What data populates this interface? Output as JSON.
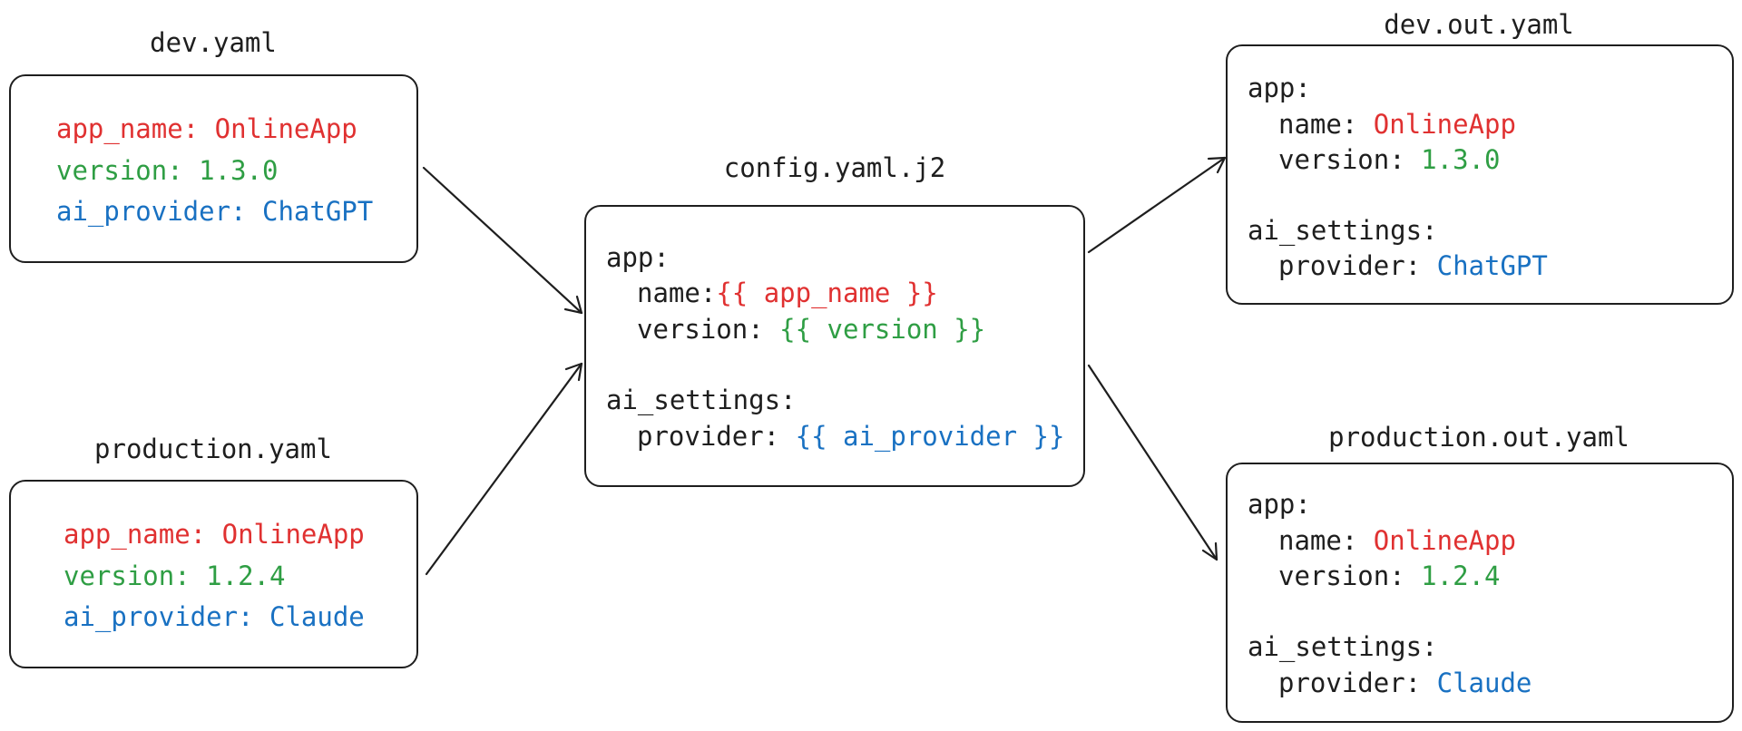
{
  "colors": {
    "app_name": "#e03131",
    "version": "#2f9e44",
    "ai_provider": "#1971c2",
    "text": "#1e1e1e"
  },
  "dev_input": {
    "title": "dev.yaml",
    "line1_key": "app_name:",
    "line1_val": "OnlineApp",
    "line2_key": "version:",
    "line2_val": "1.3.0",
    "line3_key": "ai_provider:",
    "line3_val": "ChatGPT"
  },
  "production_input": {
    "title": "production.yaml",
    "line1_key": "app_name:",
    "line1_val": "OnlineApp",
    "line2_key": "version:",
    "line2_val": "1.2.4",
    "line3_key": "ai_provider:",
    "line3_val": "Claude"
  },
  "template": {
    "title": "config.yaml.j2",
    "app_key": "app:",
    "name_key": "name:",
    "name_val": "{{ app_name }}",
    "version_key": "version:",
    "version_val": "{{ version }}",
    "ai_settings_key": "ai_settings:",
    "provider_key": "provider:",
    "provider_val": "{{ ai_provider }}"
  },
  "dev_output": {
    "title": "dev.out.yaml",
    "app_key": "app:",
    "name_key": "name:",
    "name_val": "OnlineApp",
    "version_key": "version:",
    "version_val": "1.3.0",
    "ai_settings_key": "ai_settings:",
    "provider_key": "provider:",
    "provider_val": "ChatGPT"
  },
  "production_output": {
    "title": "production.out.yaml",
    "app_key": "app:",
    "name_key": "name:",
    "name_val": "OnlineApp",
    "version_key": "version:",
    "version_val": "1.2.4",
    "ai_settings_key": "ai_settings:",
    "provider_key": "provider:",
    "provider_val": "Claude"
  }
}
